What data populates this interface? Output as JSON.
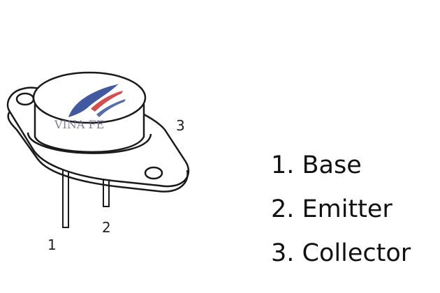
{
  "diagram": {
    "pin_labels": [
      "1",
      "2",
      "3"
    ],
    "watermark": "VINA FE",
    "colors": {
      "outline": "#1a1a1a",
      "watermark_blue": "#1f3c8f",
      "watermark_red": "#d23a3a"
    }
  },
  "legend": {
    "items": [
      "1. Base",
      "2. Emitter",
      "3. Collector"
    ]
  }
}
